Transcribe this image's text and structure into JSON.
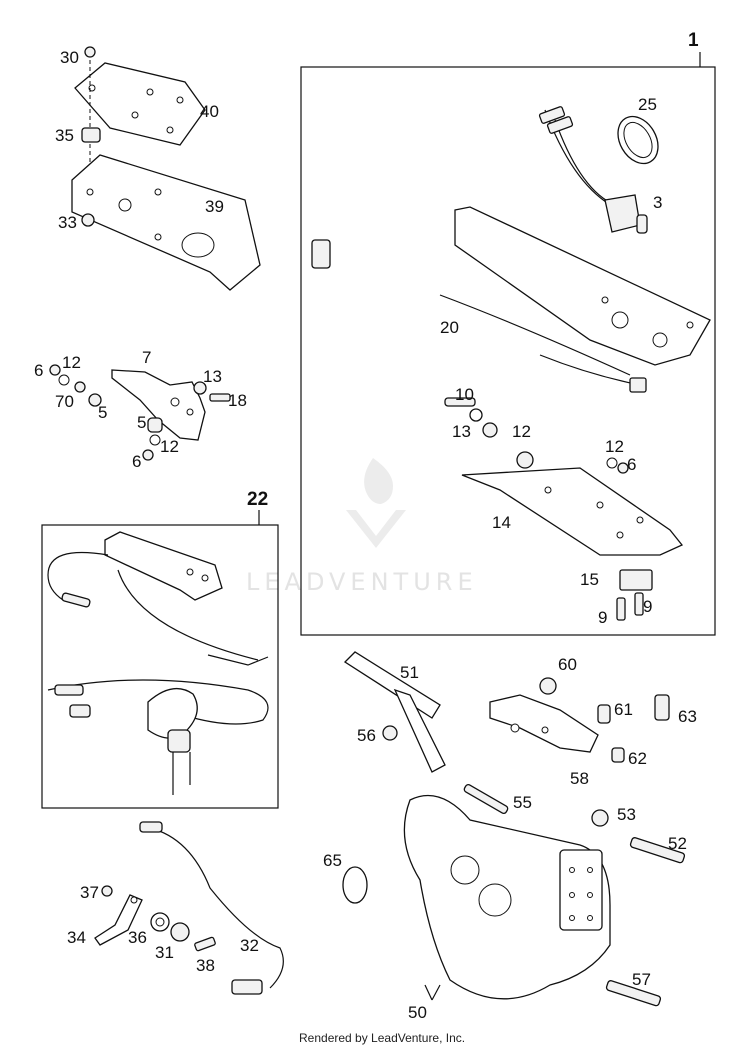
{
  "labels": {
    "p1": "1",
    "p3": "3",
    "p5a": "5",
    "p5b": "5",
    "p6a": "6",
    "p6b": "6",
    "p6c": "6",
    "p7": "7",
    "p9a": "9",
    "p9b": "9",
    "p10": "10",
    "p12a": "12",
    "p12b": "12",
    "p12c": "12",
    "p12d": "12",
    "p13a": "13",
    "p13b": "13",
    "p14": "14",
    "p15": "15",
    "p18": "18",
    "p20": "20",
    "p22": "22",
    "p25": "25",
    "p30": "30",
    "p31": "31",
    "p32": "32",
    "p33": "33",
    "p34": "34",
    "p35": "35",
    "p36": "36",
    "p37": "37",
    "p38": "38",
    "p39": "39",
    "p40": "40",
    "p50": "50",
    "p51": "51",
    "p52": "52",
    "p53": "53",
    "p55": "55",
    "p56": "56",
    "p57": "57",
    "p58": "58",
    "p60": "60",
    "p61": "61",
    "p62": "62",
    "p63": "63",
    "p65": "65",
    "p70": "70"
  },
  "watermark": {
    "text": "LEADVENTURE"
  },
  "footer": {
    "text": "Rendered by LeadVenture, Inc."
  }
}
